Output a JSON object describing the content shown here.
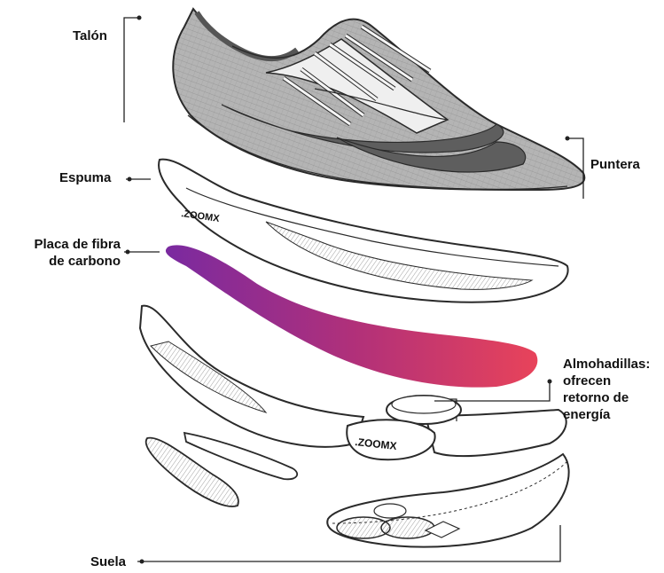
{
  "labels": {
    "talon": "Talón",
    "puntera": "Puntera",
    "espuma": "Espuma",
    "placa_line1": "Placa de fibra",
    "placa_line2": "de carbono",
    "almohadillas_line1": "Almohadillas:",
    "almohadillas_line2": "ofrecen",
    "almohadillas_line3": "retorno de",
    "almohadillas_line4": "energía",
    "suela": "Suela"
  },
  "brand_marks": {
    "foam_logo": ".ZOOMX",
    "pod_logo": ".ZOOMX"
  },
  "colors": {
    "upper_fill": "#a9a9a9",
    "upper_dark": "#6e6e6e",
    "outline": "#2a2a2a",
    "plate_start": "#7a2aa0",
    "plate_mid": "#b0307a",
    "plate_end": "#e8435a",
    "leader_line": "#222222"
  }
}
